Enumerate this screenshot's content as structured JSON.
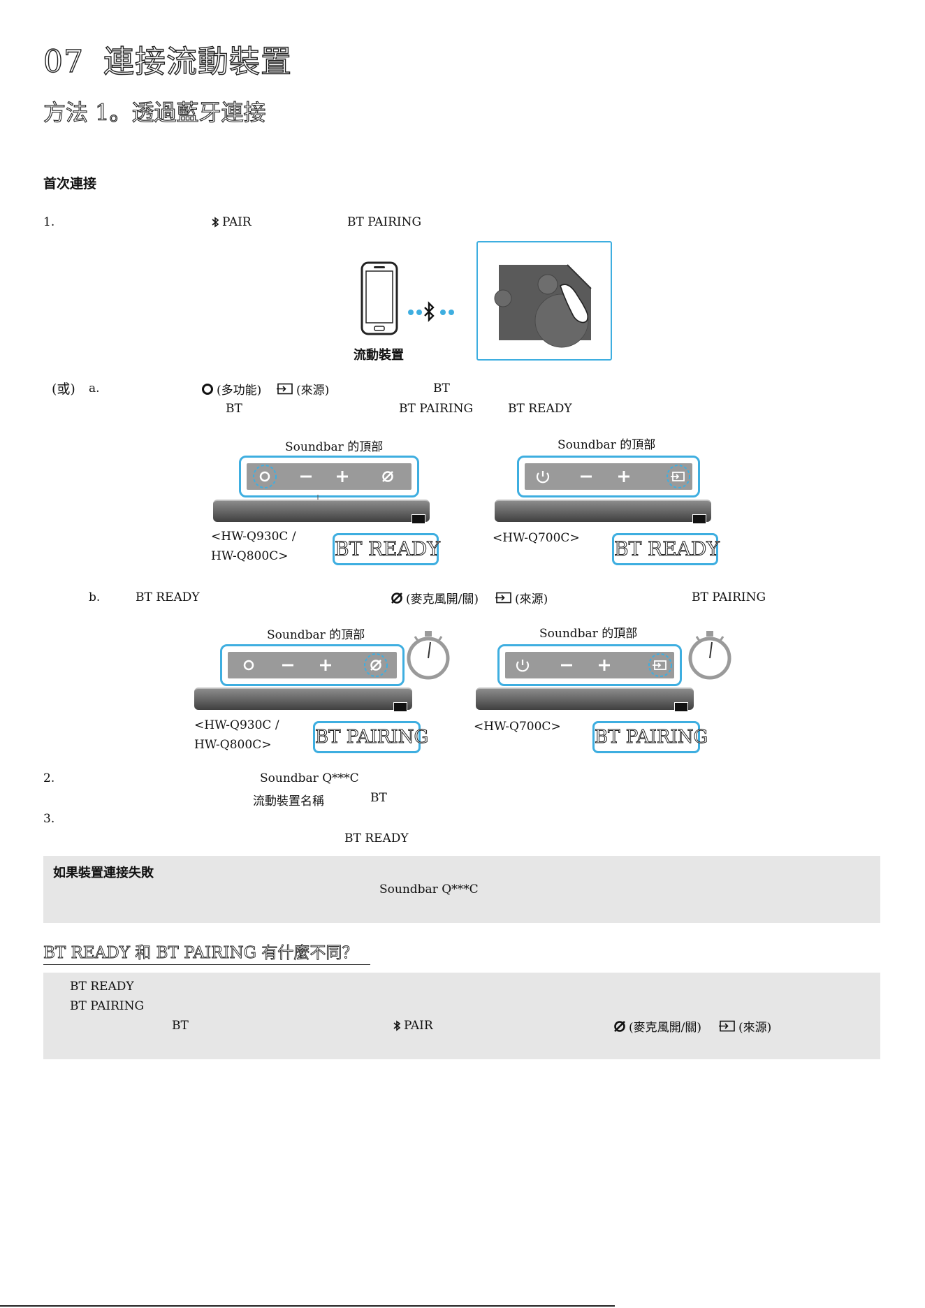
{
  "chapter": {
    "number": "07",
    "title": "連接流動裝置"
  },
  "method_title": "方法 1。透過藍牙連接",
  "first_connection_heading": "首次連接",
  "step1": {
    "num": "1.",
    "pair_label": "PAIR",
    "bt_pairing": "BT PAIRING"
  },
  "mobile_label": "流動裝置",
  "or_block": {
    "or_label": "(或)",
    "a": {
      "letter": "a.",
      "multi_label": "(多功能)",
      "source_label": "(來源)",
      "bt": "BT",
      "bt2": "BT",
      "bt_pairing": "BT PAIRING",
      "bt_ready": "BT READY"
    },
    "b": {
      "letter": "b.",
      "bt_ready": "BT READY",
      "mic_label": "(麥克風開/關)",
      "source_label": "(來源)",
      "bt_pairing": "BT PAIRING"
    }
  },
  "diagrams": {
    "top_label": "Soundbar 的頂部",
    "model_q930_line1": "<HW-Q930C /",
    "model_q930_line2": "HW-Q800C>",
    "model_q700": "<HW-Q700C>",
    "bubble_ready": "BT READY",
    "bubble_pairing": "BT PAIRING"
  },
  "step2": {
    "num": "2.",
    "device_name": "Soundbar Q***C",
    "mobile_name": "流動裝置名稱",
    "bt": "BT"
  },
  "step3": {
    "num": "3.",
    "bt_ready": "BT READY"
  },
  "fail_box": {
    "title": "如果裝置連接失敗",
    "device_name": "Soundbar Q***C"
  },
  "diff_heading": "BT READY 和 BT PAIRING 有什麼不同？",
  "diff_box": {
    "line1": "BT READY",
    "line2": "BT PAIRING",
    "line3_bt": "BT",
    "line3_pair": "PAIR",
    "line3_mic": "(麥克風開/關)",
    "line3_source": "(來源)"
  }
}
